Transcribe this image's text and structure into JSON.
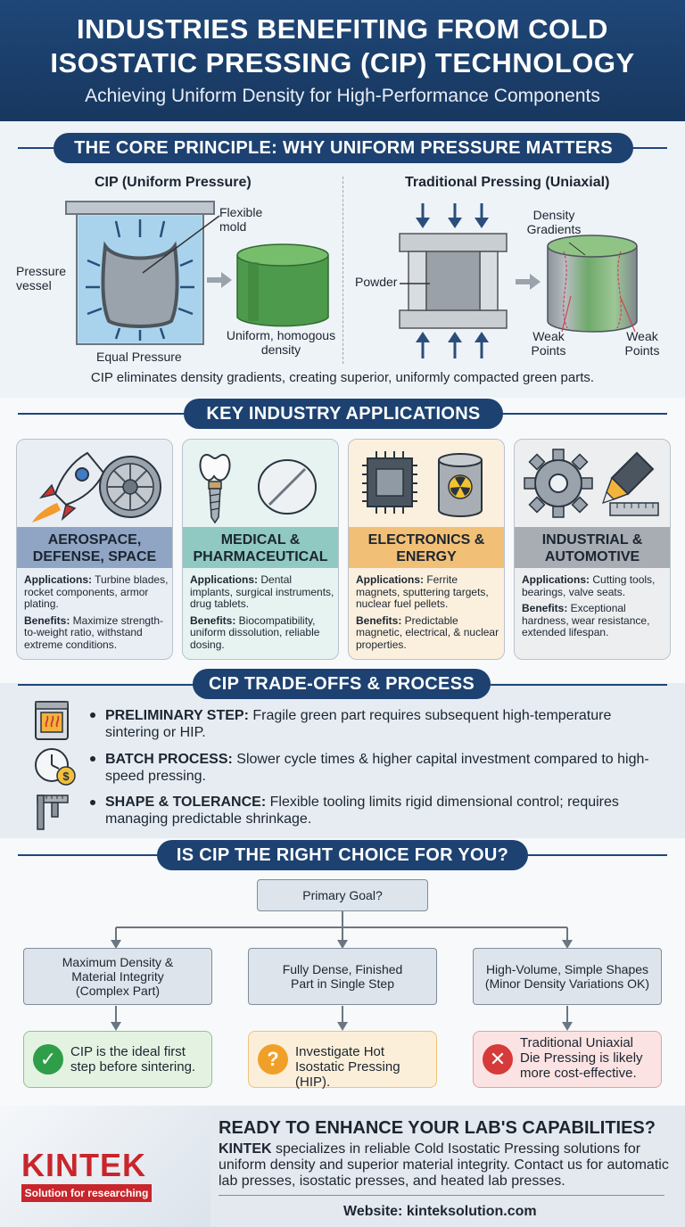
{
  "header": {
    "title_line1": "INDUSTRIES BENEFITING FROM COLD",
    "title_line2": "ISOSTATIC PRESSING (CIP) TECHNOLOGY",
    "subtitle": "Achieving Uniform Density for High-Performance Components"
  },
  "core": {
    "heading": "THE CORE PRINCIPLE: WHY UNIFORM PRESSURE MATTERS",
    "cip_title": "CIP (Uniform Pressure)",
    "trad_title": "Traditional Pressing (Uniaxial)",
    "label_flexible_mold": "Flexible\nmold",
    "label_pressure_vessel": "Pressure\nvessel",
    "label_equal_pressure": "Equal Pressure",
    "label_uniform_density": "Uniform, homogous\ndensity",
    "label_density_gradients": "Density\nGradients",
    "label_powder": "Powder",
    "label_weak_points_left": "Weak\nPoints",
    "label_weak_points_right": "Weak\nPoints",
    "summary": "CIP eliminates density gradients, creating superior, uniformly compacted green parts."
  },
  "applications": {
    "heading": "KEY INDUSTRY APPLICATIONS",
    "cards": [
      {
        "title": "AEROSPACE,\nDEFENSE, SPACE",
        "app_label": "Applications:",
        "app_text": " Turbine blades, rocket components, armor plating.",
        "ben_label": "Benefits:",
        "ben_text": " Maximize strength-to-weight ratio, withstand extreme conditions.",
        "icons": [
          "rocket-icon",
          "turbine-icon"
        ],
        "head_color": "#8fa5c3",
        "body_color": "#e9eef5"
      },
      {
        "title": "MEDICAL &\nPHARMACEUTICAL",
        "app_label": "Applications:",
        "app_text": " Dental implants, surgical instruments, drug tablets.",
        "ben_label": "Benefits:",
        "ben_text": " Biocompatibility, uniform dissolution, reliable dosing.",
        "icons": [
          "dental-implant-icon",
          "tablet-icon"
        ],
        "head_color": "#8fc9c2",
        "body_color": "#e6f3f1"
      },
      {
        "title": "ELECTRONICS &\nENERGY",
        "app_label": "Applications:",
        "app_text": " Ferrite magnets, sputtering targets, nuclear fuel pellets.",
        "ben_label": "Benefits:",
        "ben_text": " Predictable magnetic, electrical, & nuclear properties.",
        "icons": [
          "microchip-icon",
          "radioactive-barrel-icon"
        ],
        "head_color": "#f2bf76",
        "body_color": "#fbf0de"
      },
      {
        "title": "INDUSTRIAL &\nAUTOMOTIVE",
        "app_label": "Applications:",
        "app_text": " Cutting tools, bearings, valve seats.",
        "ben_label": "Benefits:",
        "ben_text": " Exceptional hardness, wear resistance, extended lifespan.",
        "icons": [
          "gear-icon",
          "cutting-tool-icon"
        ],
        "head_color": "#a8adb3",
        "body_color": "#eceef0"
      }
    ]
  },
  "tradeoffs": {
    "heading": "CIP TRADE-OFFS & PROCESS",
    "items": [
      {
        "label": "PRELIMINARY STEP:",
        "text": " Fragile green part requires subsequent high-temperature sintering or HIP.",
        "icon": "furnace-icon"
      },
      {
        "label": "BATCH PROCESS:",
        "text": " Slower cycle times & higher capital investment compared to high-speed pressing.",
        "icon": "clock-cost-icon"
      },
      {
        "label": "SHAPE & TOLERANCE:",
        "text": " Flexible tooling limits rigid dimensional control; requires managing predictable shrinkage.",
        "icon": "caliper-icon"
      }
    ]
  },
  "decision": {
    "heading": "IS CIP THE RIGHT CHOICE FOR YOU?",
    "root": "Primary Goal?",
    "options": [
      {
        "condition": "Maximum Density &\nMaterial Integrity\n(Complex Part)",
        "outcome": "CIP is the ideal first\nstep before sintering.",
        "symbol": "✓",
        "icon": "check-icon",
        "color": "#2e9e48",
        "bg": "#e4f2e2",
        "border": "#8cc58f"
      },
      {
        "condition": "Fully Dense, Finished\nPart in Single Step",
        "outcome": "Investigate Hot\nIsostatic Pressing (HIP).",
        "symbol": "?",
        "icon": "question-icon",
        "color": "#f0a028",
        "bg": "#fcefd9",
        "border": "#f0c27a"
      },
      {
        "condition": "High-Volume, Simple Shapes\n(Minor Density Variations OK)",
        "outcome": "Traditional Uniaxial\nDie Pressing is likely\nmore cost-effective.",
        "symbol": "✕",
        "icon": "x-icon",
        "color": "#d63a3a",
        "bg": "#fbe3e3",
        "border": "#e7a0a0"
      }
    ]
  },
  "footer": {
    "title": "READY TO ENHANCE YOUR LAB'S CAPABILITIES?",
    "brand": "KINTEK",
    "text": " specializes in reliable Cold Isostatic Pressing solutions for uniform density and superior material integrity. Contact us for automatic lab presses, isostatic presses, and heated lab presses.",
    "website": "Website: kinteksolution.com",
    "logo_text": "KINTEK",
    "slogan": "Solution for researching"
  },
  "colors": {
    "navy": "#1d4271",
    "brand_red": "#c8262c"
  }
}
